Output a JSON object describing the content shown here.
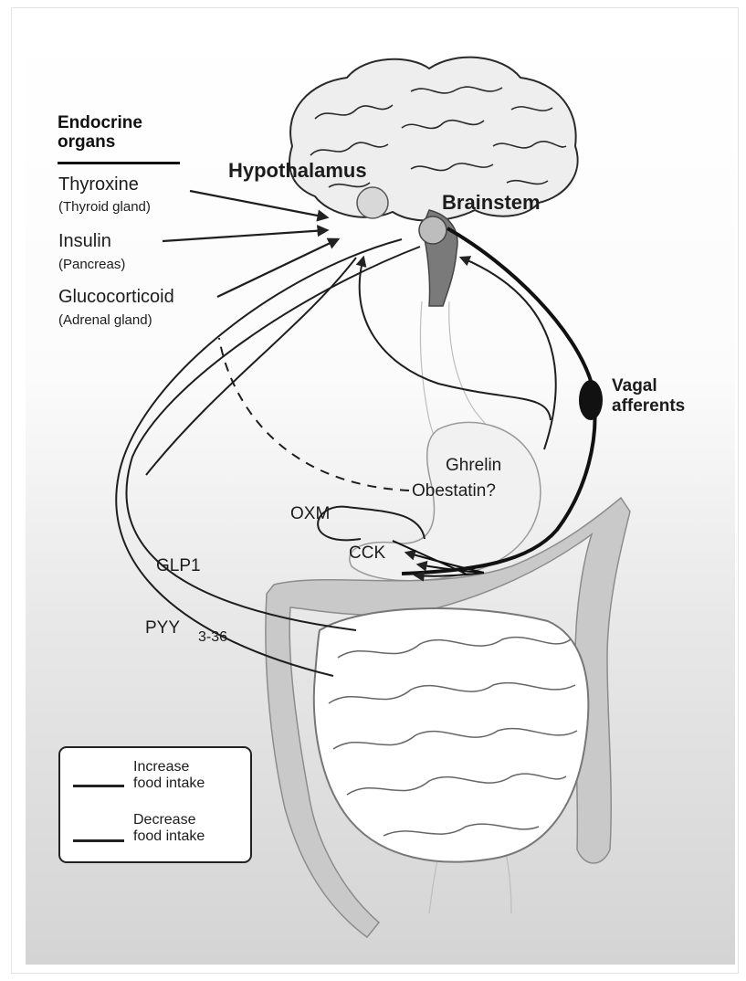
{
  "endocrine": {
    "heading": "Endocrine\norgans",
    "items": [
      {
        "hormone": "Thyroxine",
        "source": "(Thyroid gland)"
      },
      {
        "hormone": "Insulin",
        "source": "(Pancreas)"
      },
      {
        "hormone": "Glucocorticoid",
        "source": "(Adrenal gland)"
      }
    ]
  },
  "brain": {
    "hypothalamus": "Hypothalamus",
    "brainstem": "Brainstem"
  },
  "vagal": "Vagal\nafferents",
  "gut_hormones": {
    "ghrelin": "Ghrelin",
    "obestatin": "Obestatin?",
    "oxm": "OXM",
    "cck": "CCK",
    "glp1": "GLP1",
    "pyy": "PYY",
    "pyy_sub": "3-36"
  },
  "legend": {
    "increase": "Increase\nfood intake",
    "decrease": "Decrease\nfood intake"
  }
}
